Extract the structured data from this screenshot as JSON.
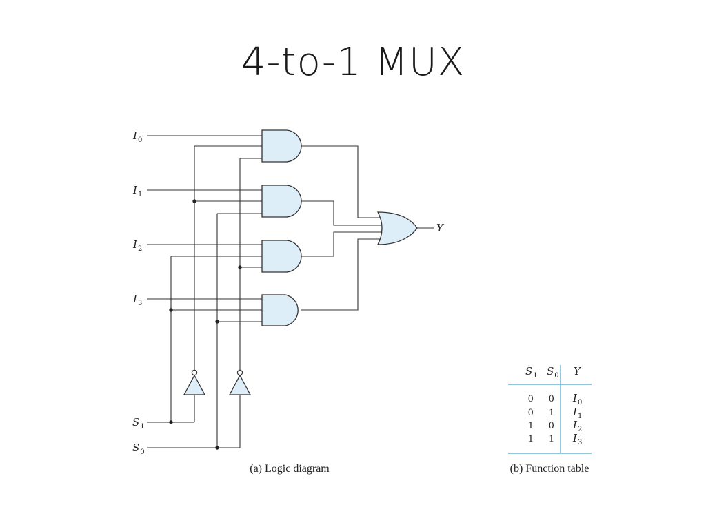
{
  "slide": {
    "title": "4-to-1 MUX"
  },
  "diagram": {
    "inputs": [
      {
        "name": "I",
        "sub": "0"
      },
      {
        "name": "I",
        "sub": "1"
      },
      {
        "name": "I",
        "sub": "2"
      },
      {
        "name": "I",
        "sub": "3"
      }
    ],
    "selects": [
      {
        "name": "S",
        "sub": "1"
      },
      {
        "name": "S",
        "sub": "0"
      }
    ],
    "output": "Y",
    "caption": "(a) Logic diagram"
  },
  "table": {
    "headers": [
      {
        "name": "S",
        "sub": "1"
      },
      {
        "name": "S",
        "sub": "0"
      },
      {
        "name": "Y",
        "sub": ""
      }
    ],
    "rows": [
      {
        "s1": "0",
        "s0": "0",
        "y": "I",
        "ysub": "0"
      },
      {
        "s1": "0",
        "s0": "1",
        "y": "I",
        "ysub": "1"
      },
      {
        "s1": "1",
        "s0": "0",
        "y": "I",
        "ysub": "2"
      },
      {
        "s1": "1",
        "s0": "1",
        "y": "I",
        "ysub": "3"
      }
    ],
    "caption": "(b) Function table",
    "line_color": "#4fa3c9",
    "gate_fill": "#ddeef8"
  }
}
